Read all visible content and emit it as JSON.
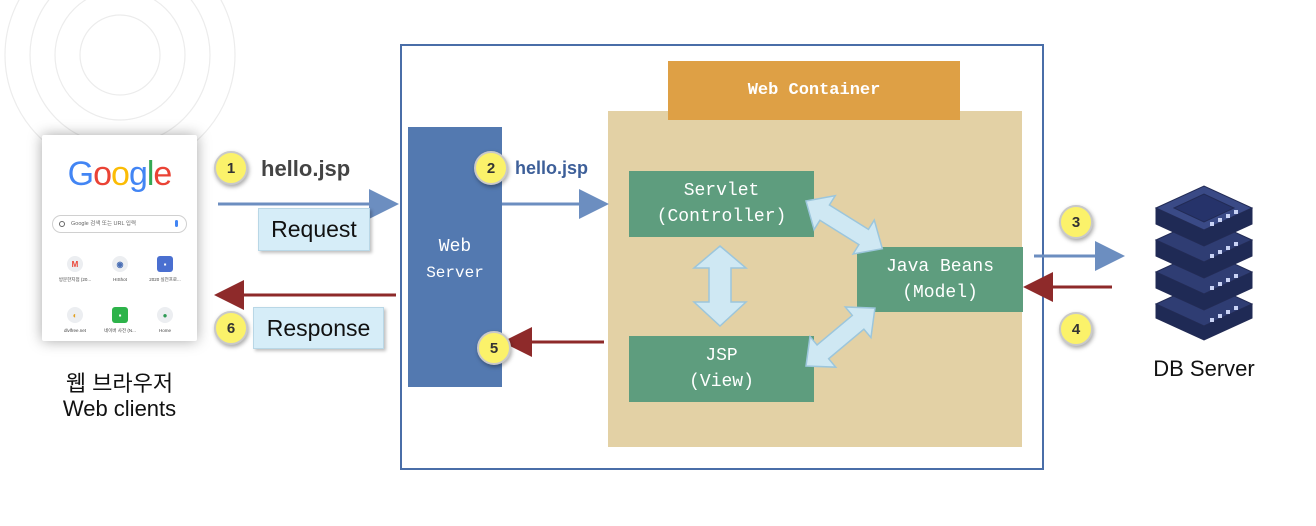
{
  "browser": {
    "logo": [
      "G",
      "o",
      "o",
      "g",
      "l",
      "e"
    ],
    "search_placeholder": "Google 검색 또는 URL 입력",
    "shortcuts": [
      {
        "label": "방문한지점 (20..."
      },
      {
        "label": "HIShot"
      },
      {
        "label": "2020 실전프로..."
      },
      {
        "label": "dlvlfree.net"
      },
      {
        "label": "네이버 사전 (N..."
      },
      {
        "label": "Home"
      }
    ]
  },
  "clients": {
    "label_ko": "웹 브라우저",
    "label_en": "Web clients"
  },
  "steps": {
    "s1": "1",
    "s2": "2",
    "s3": "3",
    "s4": "4",
    "s5": "5",
    "s6": "6"
  },
  "request": {
    "file": "hello.jsp",
    "label": "Request"
  },
  "response": {
    "label": "Response"
  },
  "web_server": {
    "line1": "Web",
    "line2": "Server",
    "forward_file": "hello.jsp"
  },
  "web_container": {
    "title": "Web Container",
    "servlet": {
      "line1": "Servlet",
      "line2": "(Controller)"
    },
    "jsp": {
      "line1": "JSP",
      "line2": "(View)"
    },
    "beans": {
      "line1": "Java Beans",
      "line2": "(Model)"
    }
  },
  "db": {
    "label": "DB Server"
  },
  "colors": {
    "request_arrow": "#6c8ec0",
    "response_arrow": "#8e2a2a",
    "web_server": "#5379b0",
    "container": "#e3d1a5",
    "container_title": "#dea045",
    "component": "#5e9d7e",
    "step_circle": "#fbf26a",
    "label_box": "#d6edf8",
    "db": "#2f3d73"
  }
}
